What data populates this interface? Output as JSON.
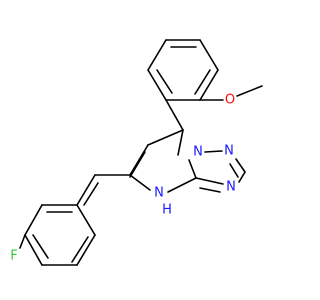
{
  "molecule": {
    "atoms": {
      "o": {
        "symbol": "O",
        "color": "#ff0d0d"
      },
      "n1": {
        "symbol": "N",
        "color": "#1a1aff"
      },
      "n2": {
        "symbol": "N",
        "color": "#1a1aff"
      },
      "n3": {
        "symbol": "N",
        "color": "#1a1aff"
      },
      "nh": {
        "symbol": "N",
        "color": "#1a1aff"
      },
      "h": {
        "symbol": "H",
        "color": "#1a1aff"
      },
      "f": {
        "symbol": "F",
        "color": "#33cc33"
      }
    }
  }
}
